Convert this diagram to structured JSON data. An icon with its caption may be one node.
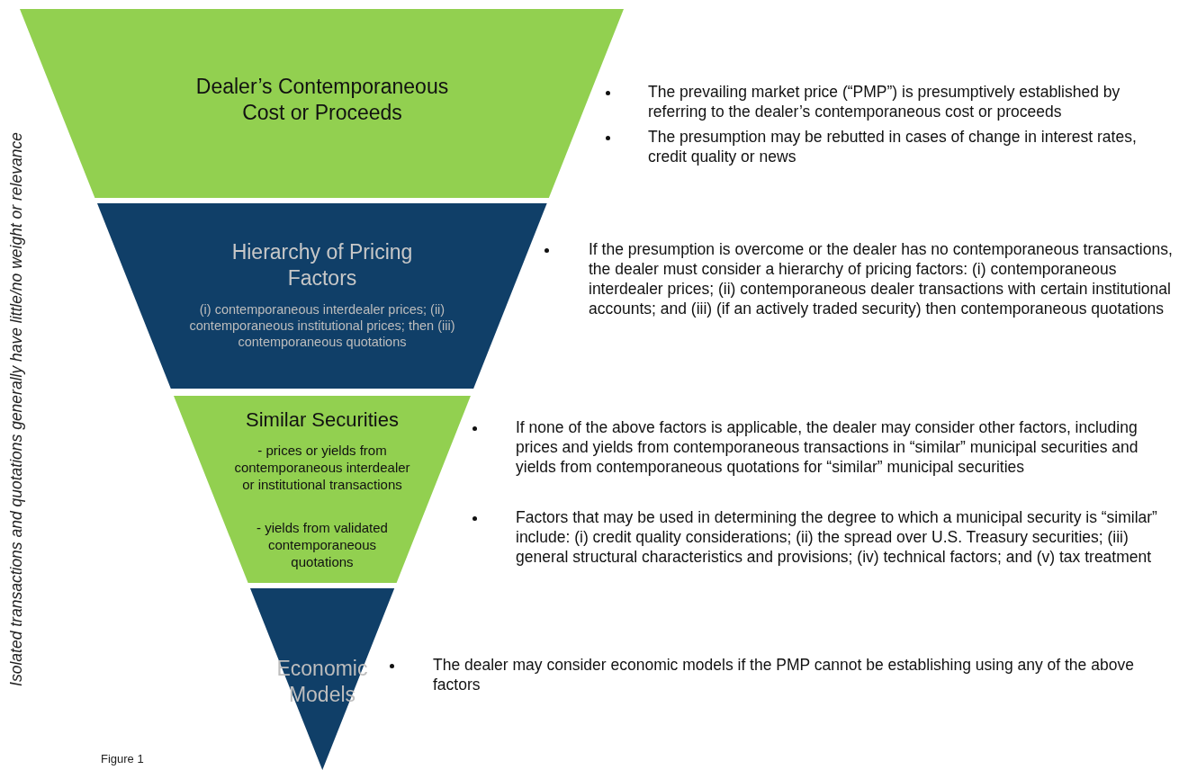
{
  "diagram": {
    "caption": "Figure 1",
    "nodes": [
      {
        "text": [
          "Dealer’s Contemporaneous Cost or Proceeds"
        ],
        "beside": [
          "The prevailing market price (“PMP”) is presumptively established by referring to the dealer’s contemporaneous cost or proceeds",
          "The presumption may be rebutted in cases of change in interest rates, credit quality or news"
        ]
      },
      {
        "text": [
          "Hierarchy of Pricing Factors",
          "(i) contemporaneous interdealer prices; (ii) contemporaneous institutional prices; then (iii) contemporaneous quotations"
        ],
        "beside": [
          "If the presumption is overcome or the dealer has no contemporaneous transactions, the dealer must consider a hierarchy of pricing factors: (i) contemporaneous interdealer prices; (ii) contemporaneous dealer transactions with certain institutional accounts; and (iii) (if an actively traded security) then contemporaneous quotations"
        ]
      },
      {
        "text": [
          "Similar Securities",
          "- prices or yields from contemporaneous interdealer or institutional transactions",
          "- yields from validated contemporaneous quotations"
        ],
        "beside": [
          "If none of the above factors is applicable, the dealer may consider other factors, including prices and yields from contemporaneous transactions in “similar” municipal securities and yields from contemporaneous quotations for “similar” municipal securities",
          "Factors that may be used in determining the degree to which a municipal security is “similar” include: (i) credit quality considerations; (ii) the spread over U.S. Treasury securities; (iii) general structural characteristics and provisions; (iv) technical factors; and (v) tax treatment"
        ]
      },
      {
        "text": [
          "Economic Models"
        ],
        "beside": [
          "The dealer may consider economic models if the PMP cannot be establishing using any of the above factors"
        ]
      }
    ],
    "labels": [
      "Isolated transactions and quotations generally have little/no weight or relevance"
    ]
  }
}
